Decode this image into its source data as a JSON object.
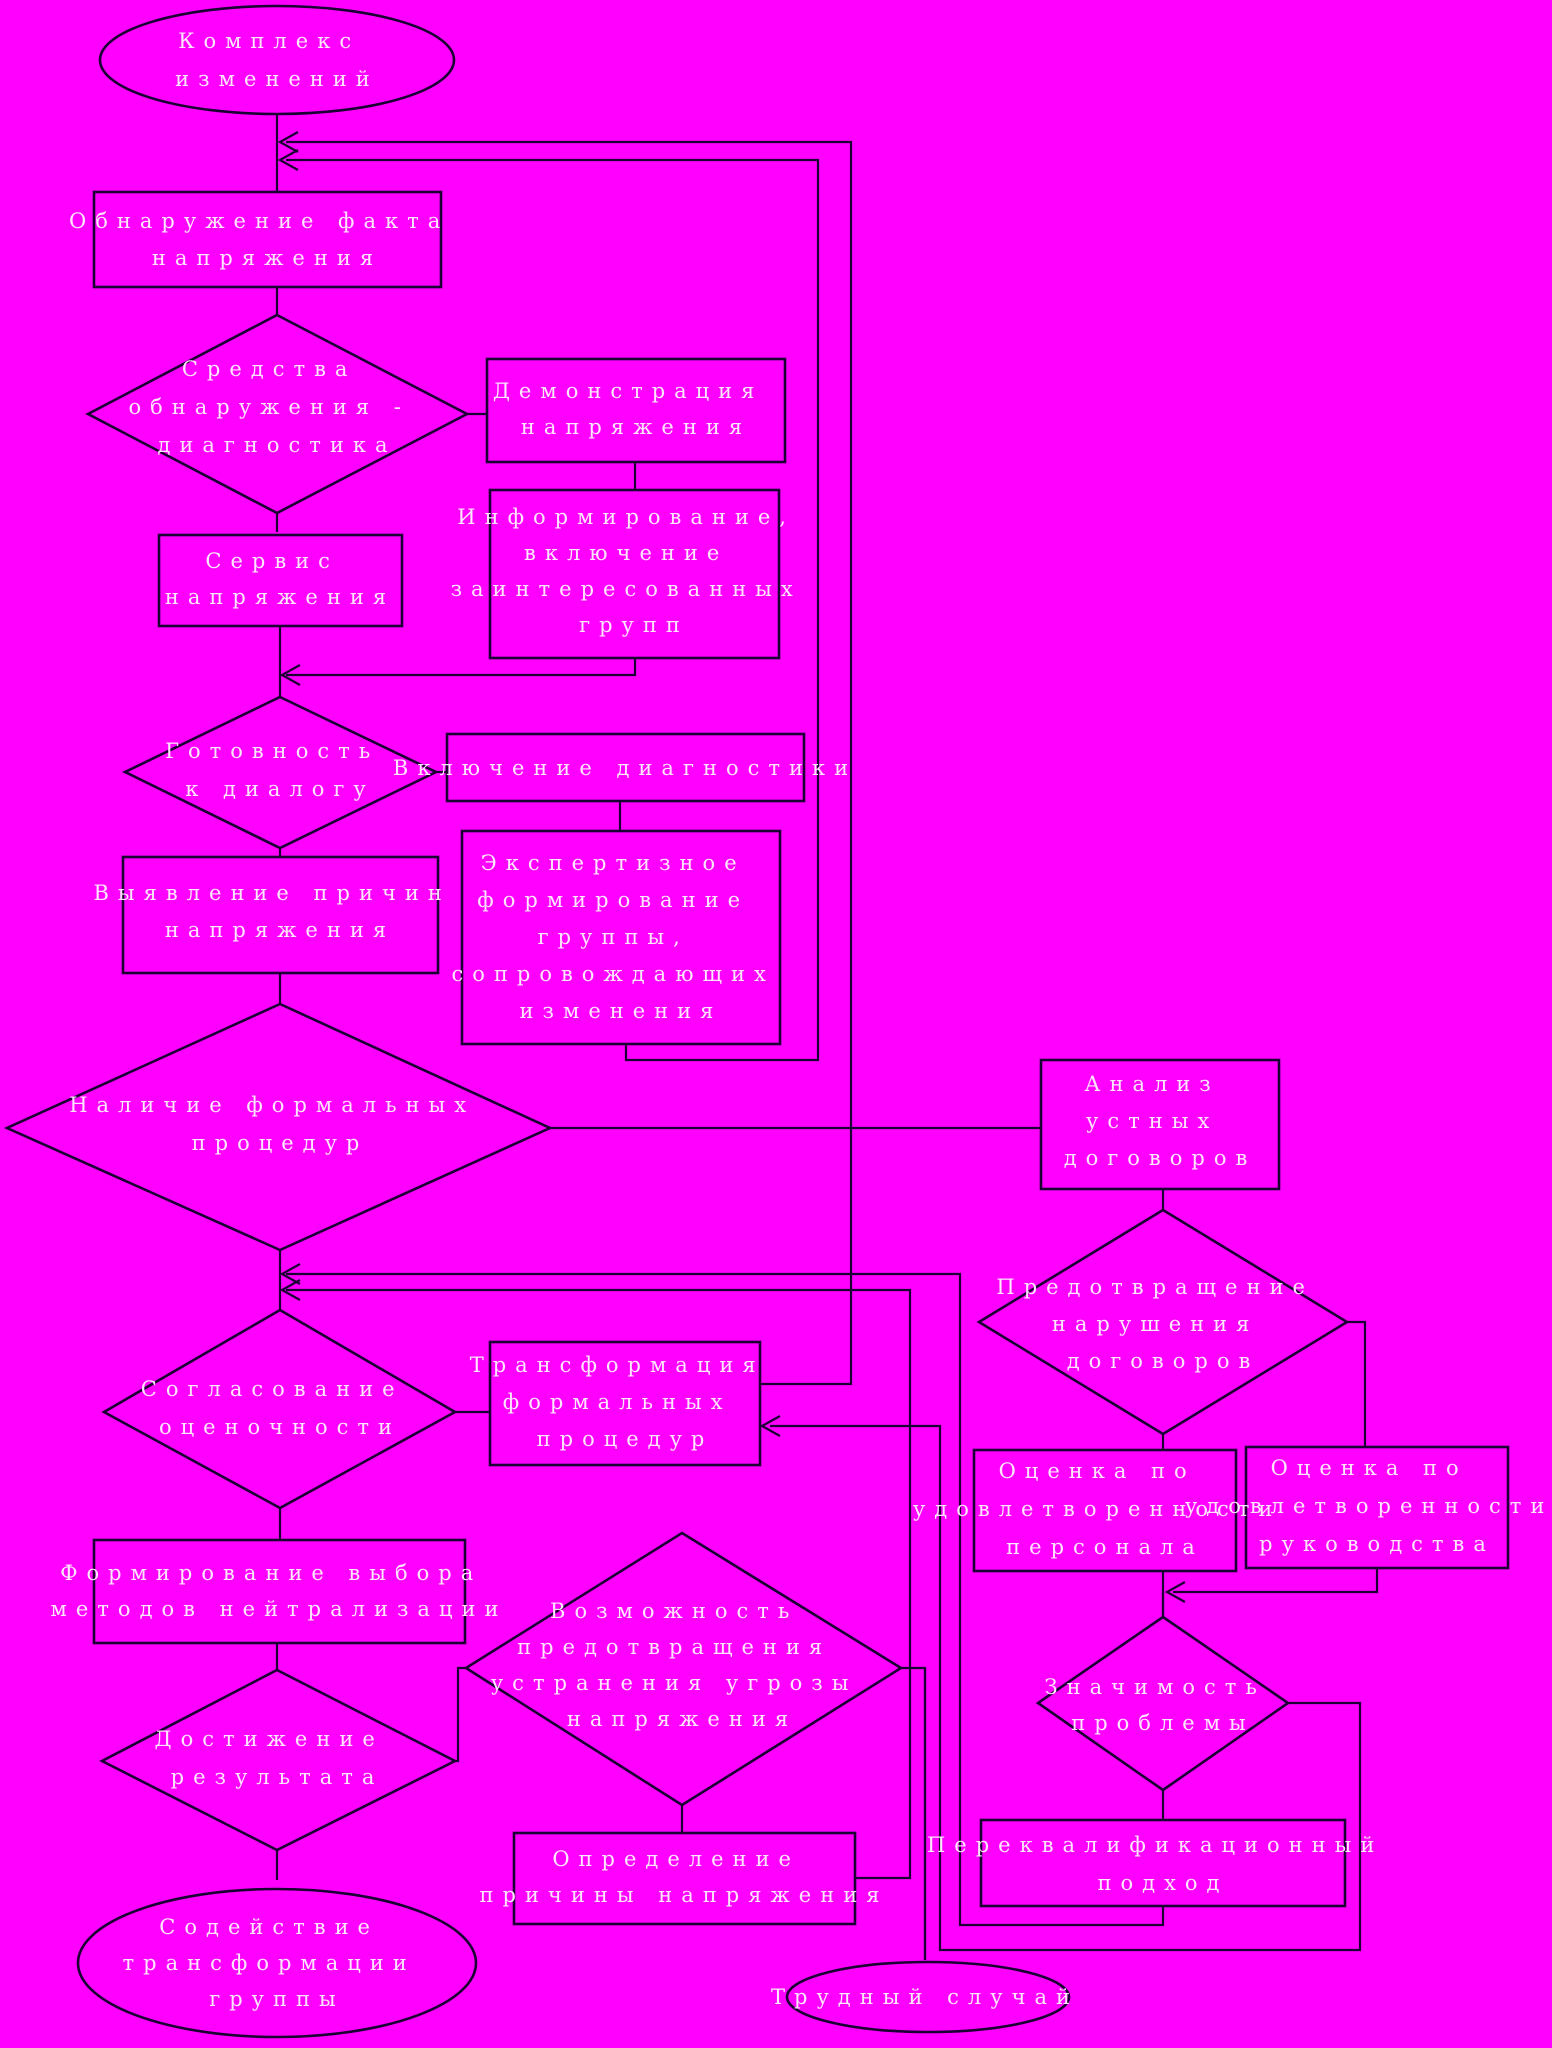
{
  "colors": {
    "background": "#ff00ff",
    "stroke": "#1a0033",
    "text": "#ffe6ff"
  },
  "nodes": {
    "start": {
      "shape": "ellipse",
      "lines": [
        "Комплекс",
        "изменений"
      ]
    },
    "assess_state": {
      "shape": "rect",
      "lines": [
        "Обнаружение факта",
        "напряжения"
      ]
    },
    "need_help": {
      "shape": "diamond",
      "lines": [
        "Средства",
        "обнаружения -",
        "диагностика"
      ]
    },
    "demo_tension": {
      "shape": "rect",
      "lines": [
        "Демонстрация",
        "напряжения"
      ]
    },
    "inform_groups": {
      "shape": "rect",
      "lines": [
        "Информирование,",
        "включение",
        "заинтересованных",
        "групп"
      ]
    },
    "source_tension": {
      "shape": "rect",
      "lines": [
        "Сервис",
        "напряжения"
      ]
    },
    "need_diagnosis": {
      "shape": "diamond",
      "lines": [
        "Готовность",
        "к диалогу"
      ]
    },
    "involve_diag": {
      "shape": "rect",
      "lines": [
        "Включение диагностики"
      ]
    },
    "analysis_forming": {
      "shape": "rect",
      "lines": [
        "Экспертизное",
        "формирование",
        "группы,",
        "сопровождающих",
        "изменения"
      ]
    },
    "identify_causes": {
      "shape": "rect",
      "lines": [
        "Выявление причин",
        "напряжения"
      ]
    },
    "formal_procedures": {
      "shape": "diamond",
      "lines": [
        "Наличие формальных",
        "процедур"
      ]
    },
    "analysis_team": {
      "shape": "rect",
      "lines": [
        "Анализ",
        "устных",
        "договоров"
      ]
    },
    "opinion_check": {
      "shape": "diamond",
      "lines": [
        "Согласование",
        "оценочности"
      ]
    },
    "transform_proc": {
      "shape": "rect",
      "lines": [
        "Трансформация",
        "формальных",
        "процедур"
      ]
    },
    "prevent_agreements": {
      "shape": "diamond",
      "lines": [
        "Предотвращение",
        "нарушения",
        "договоров"
      ]
    },
    "assess_personal": {
      "shape": "rect",
      "lines": [
        "Оценка по",
        "удовлетворенности",
        "персонала"
      ]
    },
    "assess_management": {
      "shape": "rect",
      "lines": [
        "Оценка по",
        "удовлетворенности",
        "руководства"
      ]
    },
    "form_methods": {
      "shape": "rect",
      "lines": [
        "Формирование выбора",
        "методов нейтрализации"
      ]
    },
    "possibility": {
      "shape": "diamond",
      "lines": [
        "Возможность",
        "предотвращения",
        "устранения угрозы",
        "напряжения"
      ]
    },
    "causes_problems": {
      "shape": "diamond",
      "lines": [
        "Значимость",
        "проблемы"
      ]
    },
    "retransform": {
      "shape": "rect",
      "lines": [
        "Переквалификационный",
        "подход"
      ]
    },
    "result_check": {
      "shape": "diamond",
      "lines": [
        "Достижение",
        "результата"
      ]
    },
    "detect_source": {
      "shape": "rect",
      "lines": [
        "Определение",
        "причины напряжения"
      ]
    },
    "end_transform": {
      "shape": "ellipse",
      "lines": [
        "Содействие",
        "трансформации",
        "группы"
      ]
    },
    "hard_case": {
      "shape": "ellipse",
      "lines": [
        "Трудный случай"
      ]
    }
  }
}
